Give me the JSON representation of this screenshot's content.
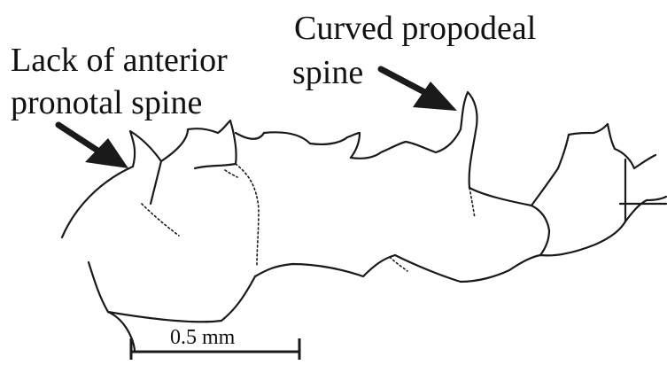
{
  "labels": {
    "pronotal_line1": "Lack of anterior",
    "pronotal_line2": "pronotal spine",
    "propodeal_line1": "Curved propodeal",
    "propodeal_line2": "spine"
  },
  "scale_bar": {
    "label": "0.5 mm"
  },
  "colors": {
    "ink": "#1a1a1a",
    "background": "#ffffff"
  }
}
